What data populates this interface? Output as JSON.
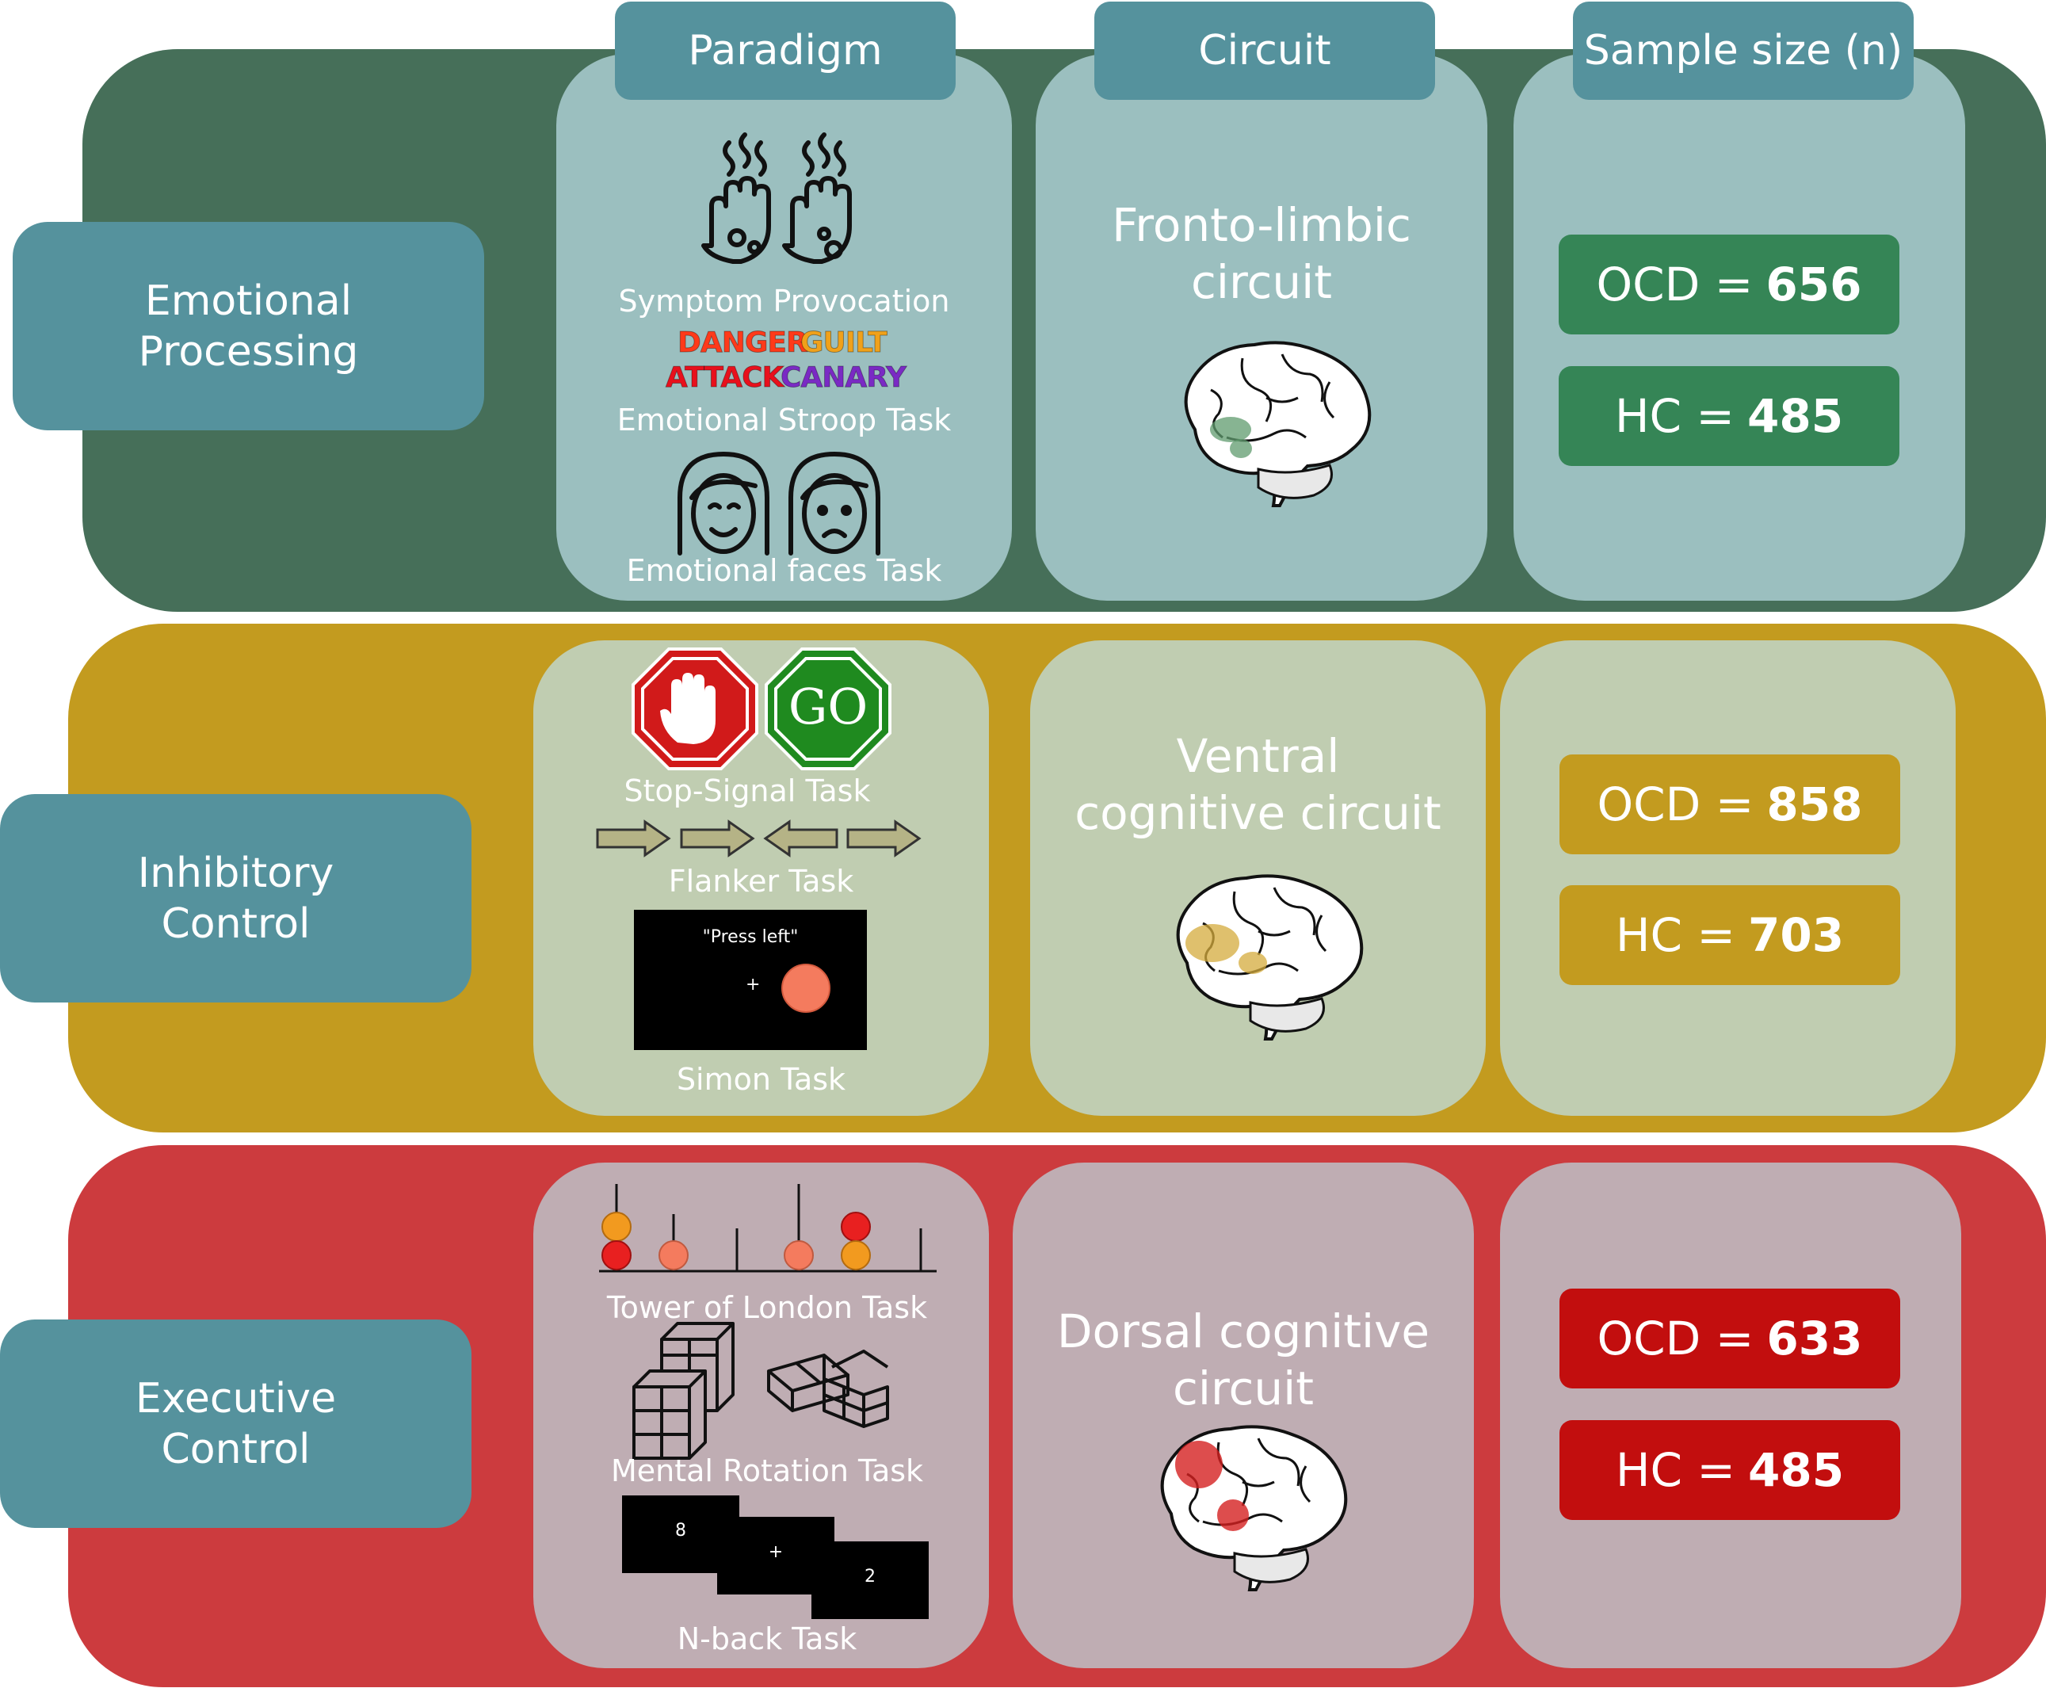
{
  "headers": {
    "paradigm": "Paradigm",
    "circuit": "Circuit",
    "sample": "Sample size (n)"
  },
  "rows": [
    {
      "label": "Emotional\nProcessing",
      "tasks": [
        "Symptom Provocation",
        "Emotional Stroop Task",
        "Emotional faces Task"
      ],
      "stroop_words": [
        {
          "word": "DANGER",
          "color": "#ff3a1a"
        },
        {
          "word": "GUILT",
          "color": "#f0a11a"
        },
        {
          "word": "ATTACK",
          "color": "#e8101c"
        },
        {
          "word": "CANARY",
          "color": "#7a2ac4"
        }
      ],
      "circuit": "Fronto-limbic\ncircuit",
      "ocd_label": "OCD =",
      "ocd_n": "656",
      "hc_label": "HC =",
      "hc_n": "485",
      "colors": {
        "band": "#466f59",
        "panel": "#9bbfbf",
        "pill": "#358556",
        "highlight": "#5f9b6e"
      }
    },
    {
      "label": "Inhibitory\nControl",
      "tasks": [
        "Stop-Signal Task",
        "Flanker Task",
        "Simon Task"
      ],
      "stop_go": "GO",
      "simon_prompt": "\"Press left\"",
      "simon_fixation": "+",
      "circuit": "Ventral\ncognitive circuit",
      "ocd_label": "OCD =",
      "ocd_n": "858",
      "hc_label": "HC =",
      "hc_n": "703",
      "colors": {
        "band": "#c39b1f",
        "panel": "#c0cdb1",
        "pill": "#c39b1f",
        "highlight": "#d4ab3c"
      }
    },
    {
      "label": "Executive\nControl",
      "tasks": [
        "Tower of London Task",
        "Mental Rotation Task",
        "N-back Task"
      ],
      "nback": [
        "8",
        "+",
        "2"
      ],
      "circuit": "Dorsal cognitive\ncircuit",
      "ocd_label": "OCD =",
      "ocd_n": "633",
      "hc_label": "HC =",
      "hc_n": "485",
      "colors": {
        "band": "#cc3b3e",
        "panel": "#bfadb3",
        "pill": "#c20e0e",
        "highlight": "#d42020"
      }
    }
  ]
}
